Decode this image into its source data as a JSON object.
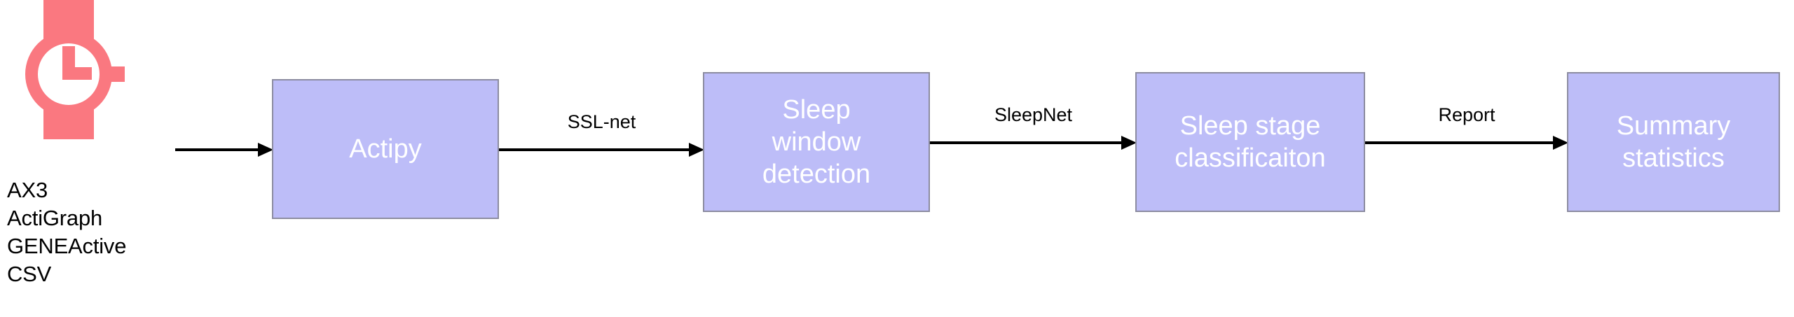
{
  "diagram": {
    "source": {
      "icon": "wristwatch-icon",
      "icon_color": "#fa7880",
      "formats": [
        "AX3",
        "ActiGraph",
        "GENEActive",
        "CSV"
      ]
    },
    "box_fill_color": "#bdbdf8",
    "box_border_color": "#8c8ca0",
    "box_text_color": "#ffffff",
    "connector_color": "#000000",
    "nodes": [
      {
        "id": "actipy",
        "label": "Actipy"
      },
      {
        "id": "sleep-window",
        "label": "Sleep\nwindow\ndetection"
      },
      {
        "id": "sleep-stage",
        "label": "Sleep stage\nclassificaiton"
      },
      {
        "id": "summary",
        "label": "Summary\nstatistics"
      }
    ],
    "connectors": [
      {
        "id": "input",
        "label": "",
        "from": "device-source",
        "to": "actipy"
      },
      {
        "id": "ssl-net",
        "label": "SSL-net",
        "from": "actipy",
        "to": "sleep-window"
      },
      {
        "id": "sleepnet",
        "label": "SleepNet",
        "from": "sleep-window",
        "to": "sleep-stage"
      },
      {
        "id": "report",
        "label": "Report",
        "from": "sleep-stage",
        "to": "summary"
      }
    ]
  }
}
